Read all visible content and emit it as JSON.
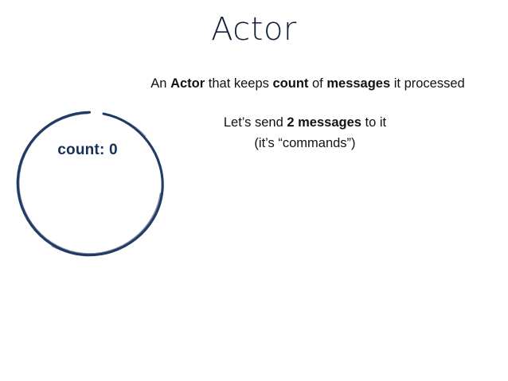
{
  "slide": {
    "title": "Actor",
    "background_color": "#ffffff",
    "title_color": "#15203a",
    "text_color": "#121212",
    "accent_color": "#1b3560"
  },
  "description": {
    "line1": {
      "part1": "An ",
      "bold1": "Actor",
      "part2": " that keeps ",
      "bold2": "count",
      "part3": " of ",
      "bold3": "messages",
      "part4": " it processed"
    },
    "line2": {
      "part1": "Let’s send ",
      "bold1": "2 messages",
      "part2": " to it"
    },
    "line3": "(it’s “commands”)"
  },
  "actor": {
    "shape": "hand-drawn-circle",
    "stroke_color": "#1b3560",
    "label": "count: 0",
    "count_value": 0
  }
}
